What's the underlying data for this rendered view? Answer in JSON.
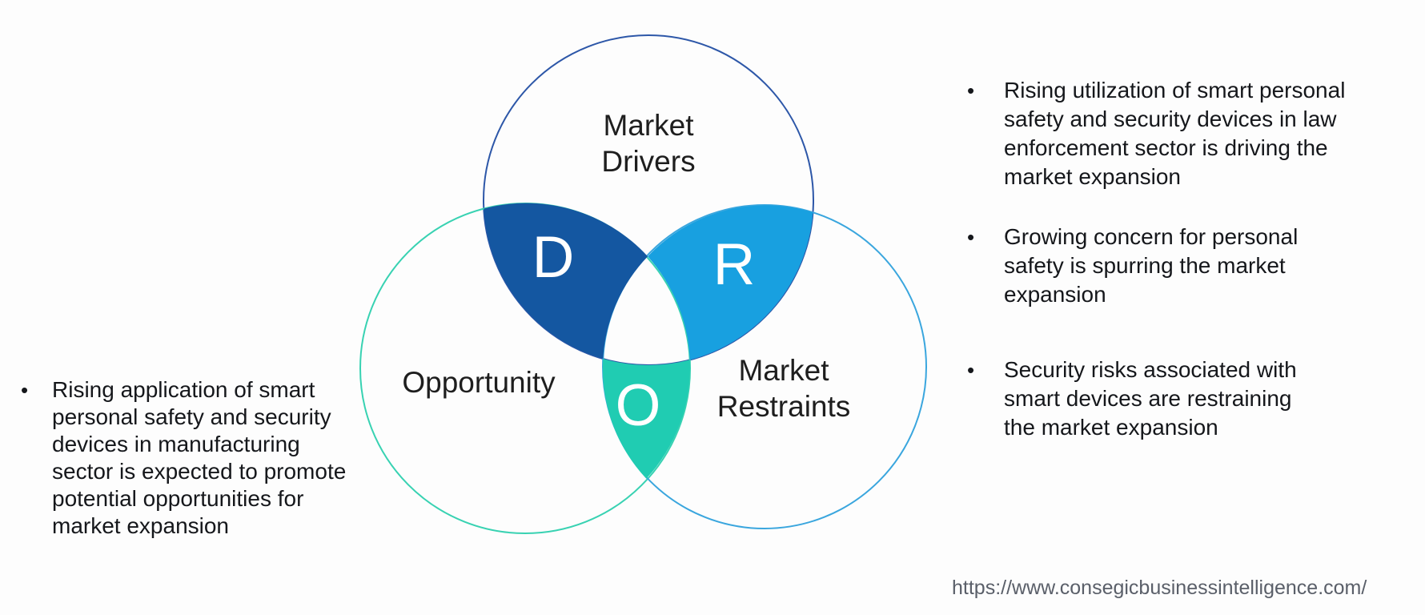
{
  "bullet_marker": "•",
  "venn": {
    "circles": [
      {
        "label_lines": [
          "Market",
          "Drivers"
        ],
        "stroke": "#2d57a8"
      },
      {
        "label_lines": [
          "Opportunity"
        ],
        "stroke": "#38d2b2"
      },
      {
        "label_lines": [
          "Market",
          "Restraints"
        ],
        "stroke": "#3aa6de"
      }
    ],
    "intersections": [
      {
        "letter": "D",
        "fill": "#1457a1"
      },
      {
        "letter": "R",
        "fill": "#18a0e0"
      },
      {
        "letter": "O",
        "fill": "#20ccb2"
      }
    ]
  },
  "left_notes": [
    {
      "lines": [
        "Rising application of smart",
        "personal safety and security",
        "devices in manufacturing",
        "sector is expected to promote",
        "potential opportunities for",
        "market expansion"
      ]
    }
  ],
  "right_notes": [
    {
      "lines": [
        "Rising utilization of smart personal",
        "safety and security devices in law",
        "enforcement sector is driving the",
        "market expansion"
      ]
    },
    {
      "lines": [
        "Growing concern for personal",
        "safety is spurring the market",
        "expansion"
      ]
    },
    {
      "lines": [
        "Security risks associated with",
        "smart devices are restraining",
        "the market expansion"
      ]
    }
  ],
  "footer": {
    "url": "https://www.consegicbusinessintelligence.com/"
  }
}
